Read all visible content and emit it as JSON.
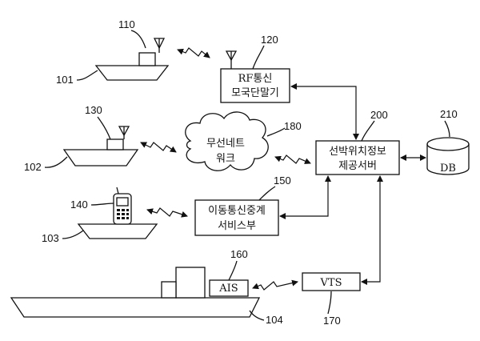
{
  "labels": {
    "ref_110": "110",
    "ref_120": "120",
    "ref_101": "101",
    "ref_130": "130",
    "ref_180": "180",
    "ref_200": "200",
    "ref_210": "210",
    "ref_102": "102",
    "ref_140": "140",
    "ref_150": "150",
    "ref_103": "103",
    "ref_160": "160",
    "ref_104": "104",
    "ref_170": "170"
  },
  "boxes": {
    "rf_station_line1": "RF통신",
    "rf_station_line2": "모국단말기",
    "server_line1": "선박위치정보",
    "server_line2": "제공서버",
    "mobile_relay_line1": "이동통신중계",
    "mobile_relay_line2": "서비스부",
    "vts": "VTS",
    "ais": "AIS",
    "db": "DB",
    "network_line1": "무선네트",
    "network_line2": "워크"
  }
}
